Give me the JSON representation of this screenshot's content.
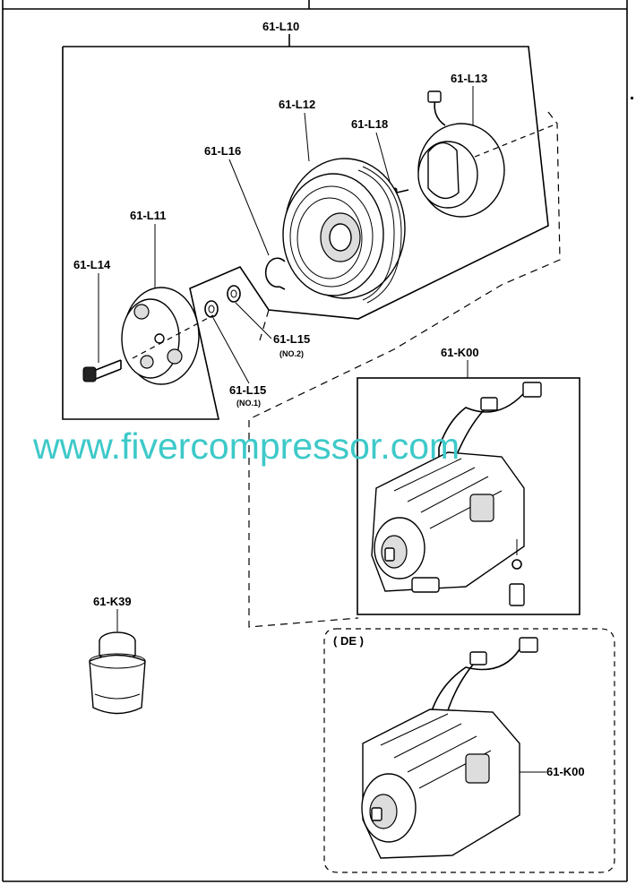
{
  "labels": {
    "assembly": "61-L10",
    "pressure_plate": "61-L11",
    "pulley": "61-L12",
    "coil": "61-L13",
    "bolt": "61-L14",
    "shim_no2": "61-L15",
    "shim_no2_note": "(NO.2)",
    "shim_no1": "61-L15",
    "shim_no1_note": "(NO.1)",
    "snap_ring": "61-L16",
    "screw": "61-L18",
    "compressor": "61-K00",
    "cap": "61-K39",
    "de_variant_tag": "( DE )",
    "compressor_de": "61-K00"
  },
  "watermark": "www.fivercompressor.com",
  "colors": {
    "watermark": "#3ec9c9",
    "line": "#000000"
  }
}
